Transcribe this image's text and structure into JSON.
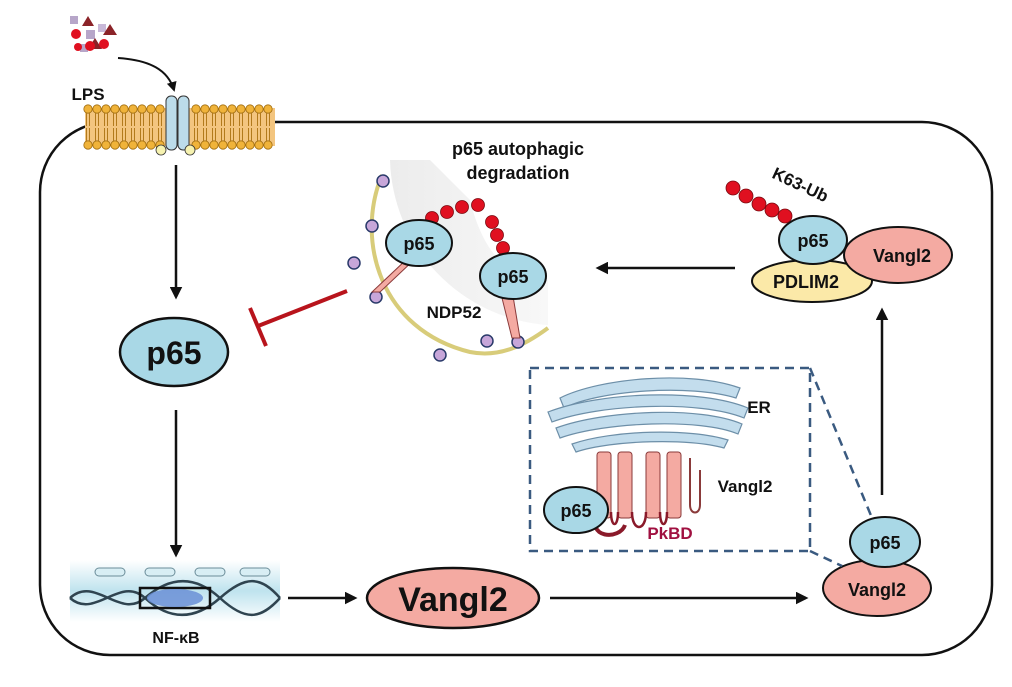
{
  "labels": {
    "lps": "LPS",
    "p65_main": "p65",
    "autophagy_title_line1": "p65 autophagic",
    "autophagy_title_line2": "degradation",
    "ndp52": "NDP52",
    "p65_auto_a": "p65",
    "p65_auto_b": "p65",
    "k63_ub": "K63-Ub",
    "p65_complex": "p65",
    "vangl2_complex": "Vangl2",
    "pdlim2": "PDLIM2",
    "er": "ER",
    "vangl2_inset": "Vangl2",
    "pkbd": "PkBD",
    "p65_inset": "p65",
    "p65_right": "p65",
    "vangl2_right": "Vangl2",
    "vangl2_center": "Vangl2",
    "nfkb": "NF-κB"
  },
  "colors": {
    "p65_fill": "#a9d8e6",
    "vangl2_fill": "#f4aaa2",
    "pdlim2_fill": "#fbe9a8",
    "ub_red": "#e01020",
    "inhibit_red": "#b8141c",
    "pkbd_text": "#a01040",
    "inset_border": "#3a5a80"
  }
}
